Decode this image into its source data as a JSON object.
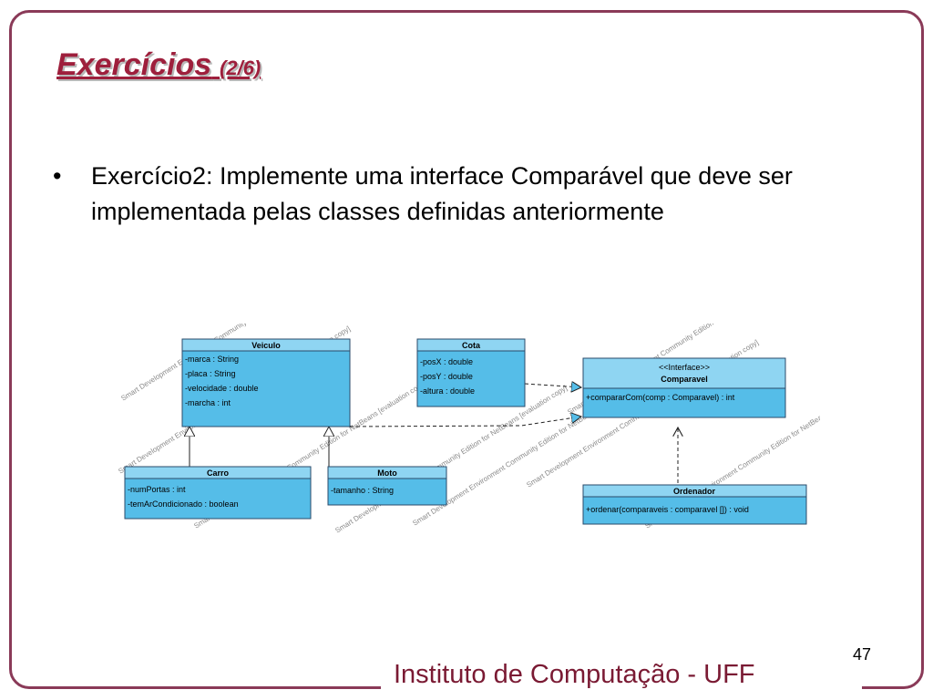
{
  "title": {
    "main": "Exercícios",
    "sub": "(2/6)"
  },
  "bullet": {
    "symbol": "•",
    "text": "Exercício2: Implemente uma interface Comparável que deve ser implementada pelas classes definidas anteriormente"
  },
  "diagram": {
    "classes": {
      "veiculo": {
        "name": "Veiculo",
        "attributes": [
          "-marca : String",
          "-placa : String",
          "-velocidade : double",
          "-marcha : int"
        ]
      },
      "cota": {
        "name": "Cota",
        "attributes": [
          "-posX : double",
          "-posY : double",
          "-altura : double"
        ]
      },
      "comparavel": {
        "stereotype": "<<Interface>>",
        "name": "Comparavel",
        "operations": [
          "+compararCom(comp : Comparavel) : int"
        ]
      },
      "carro": {
        "name": "Carro",
        "attributes": [
          "-numPortas : int",
          "-temArCondicionado : boolean"
        ]
      },
      "moto": {
        "name": "Moto",
        "attributes": [
          "-tamanho : String"
        ]
      },
      "ordenador": {
        "name": "Ordenador",
        "operations": [
          "+ordenar(comparaveis : comparavel []) : void"
        ]
      }
    },
    "watermarks": [
      "Smart Development Environment Community Edition for NetBeans [evaluation copy]",
      "Smart Development Environment Community Edition for NetBeans [evaluation copy]",
      "Smart Development Environment Community Edition for NetBeans [evaluation copy]",
      "Smart Development Environment Community Edition for NetBeans [evaluation copy]",
      "Smart Development Environment Community Edition for NetBeans [evaluation copy]",
      "Smart Development Environment Community Edition for NetBeans [evaluation copy]",
      "Smart Development Environment Community Edition for NetBeans [evaluation copy]",
      "Smart Development Environment Community Edition for NetBeans [evaluation copy]"
    ],
    "colors": {
      "box_fill": "#55bde8",
      "header_fill": "#8fd5f2",
      "border": "#2a4a6a",
      "line": "#222222",
      "watermark": "#8a8a8a"
    }
  },
  "page_number": "47",
  "footer": "Instituto de Computação - UFF",
  "colors": {
    "accent": "#9e1f3c",
    "frame": "#8a3a58",
    "footer": "#7a1a33"
  }
}
